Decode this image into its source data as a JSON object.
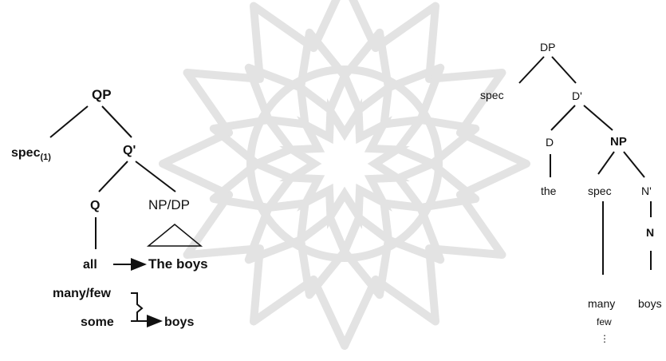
{
  "watermark": {
    "name": "mandala-watermark",
    "color": "#e3e3e3"
  },
  "left_tree": {
    "root": "QP",
    "spec": "spec",
    "spec_sub": "(1)",
    "qbar": "Q'",
    "q": "Q",
    "np": "NP/DP",
    "q_word": "all",
    "np_phrase": "The boys",
    "alt_1": "many/few",
    "alt_2": "some",
    "alt_target": "boys"
  },
  "right_tree": {
    "root": "DP",
    "spec": "spec",
    "dbar": "D'",
    "d": "D",
    "np": "NP",
    "d_word": "the",
    "np_spec": "spec",
    "nbar": "N'",
    "n": "N",
    "spec_word_1": "many",
    "spec_word_2": "few",
    "spec_ellipsis": "⋮",
    "n_word": "boys"
  }
}
